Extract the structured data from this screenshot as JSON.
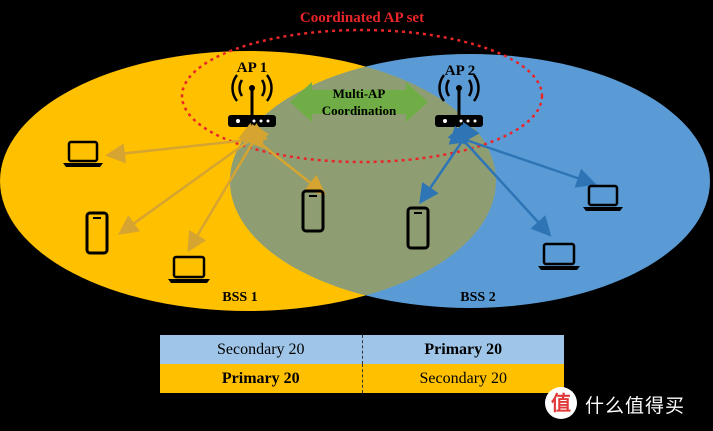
{
  "diagram": {
    "title": "Coordinated AP set",
    "ap1_label": "AP 1",
    "ap2_label": "AP 2",
    "coordination_label_line1": "Multi-AP",
    "coordination_label_line2": "Coordination",
    "bss1_label": "BSS 1",
    "bss2_label": "BSS 2"
  },
  "channel_table": {
    "rows": [
      {
        "left": "Secondary 20",
        "right": "Primary 20",
        "left_bold": false,
        "right_bold": true,
        "color": "#9fc5e8"
      },
      {
        "left": "Primary 20",
        "right": "Secondary 20",
        "left_bold": true,
        "right_bold": false,
        "color": "#ffc000"
      }
    ]
  },
  "colors": {
    "bss1": "#ffc000",
    "bss2": "#5b9bd5",
    "overlap": "#8f9e72",
    "coordination_arrow": "#70ad47",
    "title_red": "#e8262a",
    "bss1_arrows": "#d6a431",
    "bss2_arrows": "#2e75b6"
  },
  "watermark": {
    "icon_text": "值",
    "text": "什么值得买"
  }
}
